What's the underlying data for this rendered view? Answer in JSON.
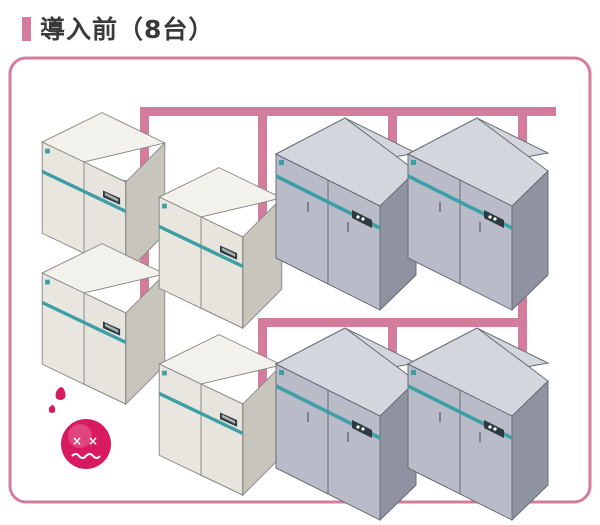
{
  "header": {
    "title": "導入前（8台）"
  },
  "colors": {
    "accent": "#d47c9c",
    "pipe": "#d47c9c",
    "frame": "#d47c9c",
    "small_unit_body": "#e6e4dc",
    "small_unit_side": "#c7c5bc",
    "large_unit_body": "#b9bcc8",
    "large_unit_side": "#8f93a1",
    "teal_stripe": "#3e9ea6",
    "face_icon": "#d81b60"
  },
  "diagram": {
    "total_units": 8,
    "small_units": 4,
    "large_units": 4,
    "status_icon": "distressed-face-icon"
  }
}
